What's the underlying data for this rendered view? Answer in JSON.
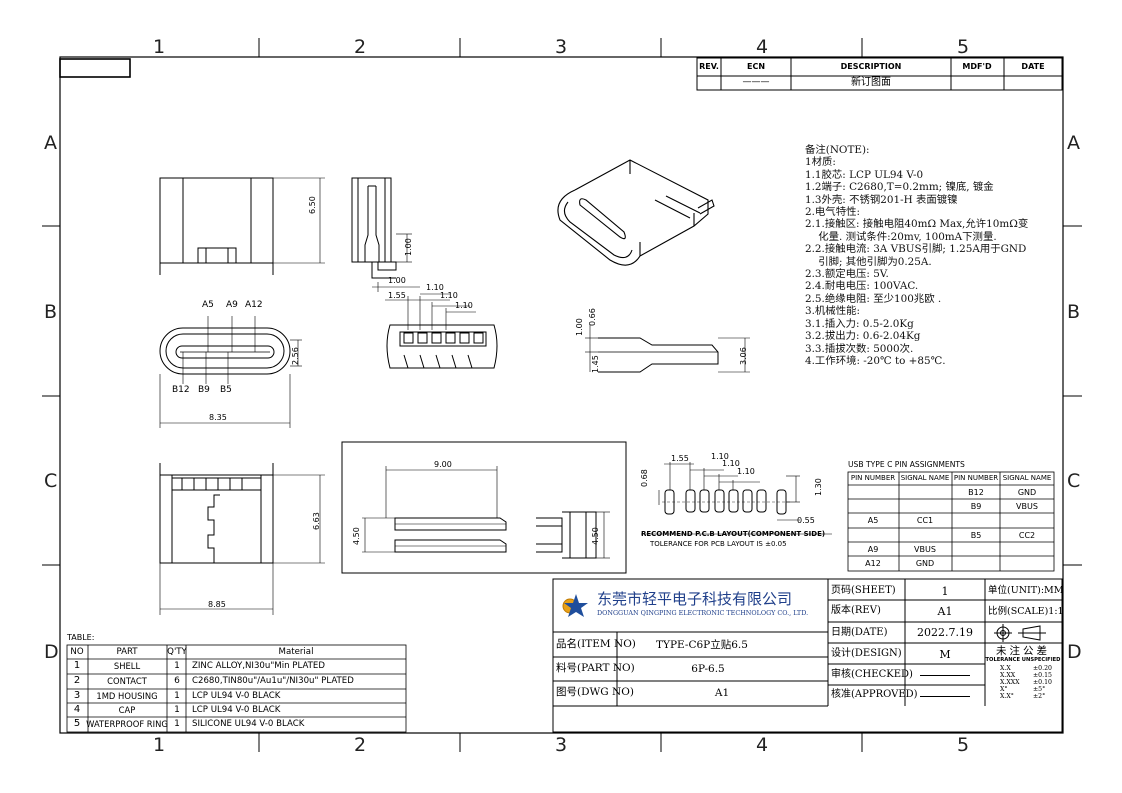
{
  "zones": {
    "columns": [
      "1",
      "2",
      "3",
      "4",
      "5"
    ],
    "rows": [
      "A",
      "B",
      "C",
      "D"
    ]
  },
  "revision_table": {
    "headers": [
      "REV.",
      "ECN",
      "DESCRIPTION",
      "MDF'D",
      "DATE"
    ],
    "row": {
      "rev": "",
      "ecn": "———",
      "description": "新订图面",
      "mdfd": "",
      "date": ""
    }
  },
  "notes": {
    "title": "备注(NOTE):",
    "lines": [
      "1材质:",
      "1.1胶芯: LCP UL94 V-0",
      "1.2端子: C2680,T=0.2mm; 镍底, 镀金",
      "1.3外壳: 不锈钢201-H 表面镀镍",
      "2.电气特性:",
      "2.1.接触区: 接触电阻40mΩ Max,允许10mΩ变",
      "    化量. 测试条件:20mv, 100mA下测量.",
      "2.2.接触电流: 3A VBUS引脚; 1.25A用于GND",
      "    引脚; 其他引脚为0.25A.",
      "2.3.额定电压: 5V.",
      "2.4.耐电电压: 100VAC.",
      "2.5.绝缘电阻: 至少100兆欧 .",
      "3.机械性能:",
      "3.1.插入力: 0.5-2.0Kg",
      "3.2.拔出力: 0.6-2.04Kg",
      "3.3.插拔次数: 5000次.",
      "4.工作环境: -20℃ to +85℃."
    ]
  },
  "dimensions": {
    "front_height": "6.50",
    "side_1_00_a": "1.00",
    "side_1_00_b": "1.00",
    "side_1_10_a": "1.10",
    "side_1_55": "1.55",
    "side_1_10_b": "1.10",
    "side_1_10_c": "1.10",
    "end_width_2_56": "2.56",
    "end_length_8_35": "8.35",
    "mid_1_00": "1.00",
    "mid_0_66": "0.66",
    "mid_1_45": "1.45",
    "mid_3_06": "3.06",
    "top_height_6_63": "6.63",
    "top_length_8_85": "8.85",
    "box_9_00": "9.00",
    "box_4_50_a": "4.50",
    "box_4_50_b": "4.50",
    "pcb_1_55": "1.55",
    "pcb_1_10_a": "1.10",
    "pcb_1_10_b": "1.10",
    "pcb_1_10_c": "1.10",
    "pcb_0_68": "0.68",
    "pcb_1_30": "1.30",
    "pcb_0_55": "0.55"
  },
  "pin_labels": {
    "top": [
      "A5",
      "A9",
      "A12"
    ],
    "bottom": [
      "B12",
      "B9",
      "B5"
    ]
  },
  "pcb_layout": {
    "title": "RECOMMEND P.C.B LAYOUT(COMPONENT SIDE)",
    "tolerance": "TOLERANCE FOR PCB LAYOUT IS ±0.05"
  },
  "pin_assignments": {
    "title": "USB TYPE C PIN ASSIGNMENTS",
    "headers": [
      "PIN NUMBER",
      "SIGNAL NAME",
      "PIN NUMBER",
      "SIGNAL NAME"
    ],
    "rows": [
      [
        "",
        "",
        "B12",
        "GND"
      ],
      [
        "",
        "",
        "B9",
        "VBUS"
      ],
      [
        "A5",
        "CC1",
        "",
        ""
      ],
      [
        "",
        "",
        "B5",
        "CC2"
      ],
      [
        "A9",
        "VBUS",
        "",
        ""
      ],
      [
        "A12",
        "GND",
        "",
        ""
      ]
    ]
  },
  "bom": {
    "title": "TABLE:",
    "headers": [
      "NO",
      "PART",
      "Q'TY",
      "Material"
    ],
    "rows": [
      [
        "1",
        "SHELL",
        "1",
        "ZINC ALLOY,NI30u\"Min PLATED"
      ],
      [
        "2",
        "CONTACT",
        "6",
        "C2680,TIN80u\"/Au1u\"/NI30u\" PLATED"
      ],
      [
        "3",
        "1MD HOUSING",
        "1",
        "LCP UL94 V-0 BLACK"
      ],
      [
        "4",
        "CAP",
        "1",
        "LCP UL94 V-0 BLACK"
      ],
      [
        "5",
        "WATERPROOF RING",
        "1",
        "SILICONE UL94 V-0 BLACK"
      ]
    ]
  },
  "title_block": {
    "company_cn": "东莞市轻平电子科技有限公司",
    "company_en": "DONGGUAN QINGPING ELECTRONIC TECHNOLOGY CO., LTD.",
    "item_label": "品名(ITEM NO)",
    "item_value": "TYPE-C6P立贴6.5",
    "part_label": "料号(PART NO)",
    "part_value": "6P-6.5",
    "dwg_label": "图号(DWG NO)",
    "dwg_value": "A1",
    "sheet_label": "页码(SHEET)",
    "sheet_value": "1",
    "rev_label": "版本(REV)",
    "rev_value": "A1",
    "date_label": "日期(DATE)",
    "date_value": "2022.7.19",
    "design_label": "设计(DESIGN)",
    "design_value": "M",
    "checked_label": "审核(CHECKED)",
    "approved_label": "核准(APPROVED)",
    "unit_label": "单位(UNIT):MM",
    "scale_label": "比例(SCALE)1:1",
    "tol_title": "未注公差",
    "tol_sub": "TOLERANCE UNSPECIFIED",
    "tolerances": [
      [
        "X.X",
        "±0.20"
      ],
      [
        "X.XX",
        "±0.15"
      ],
      [
        "X.XXX",
        "±0.10"
      ],
      [
        "X°",
        "±5°"
      ],
      [
        "X.X°",
        "±2°"
      ]
    ]
  }
}
